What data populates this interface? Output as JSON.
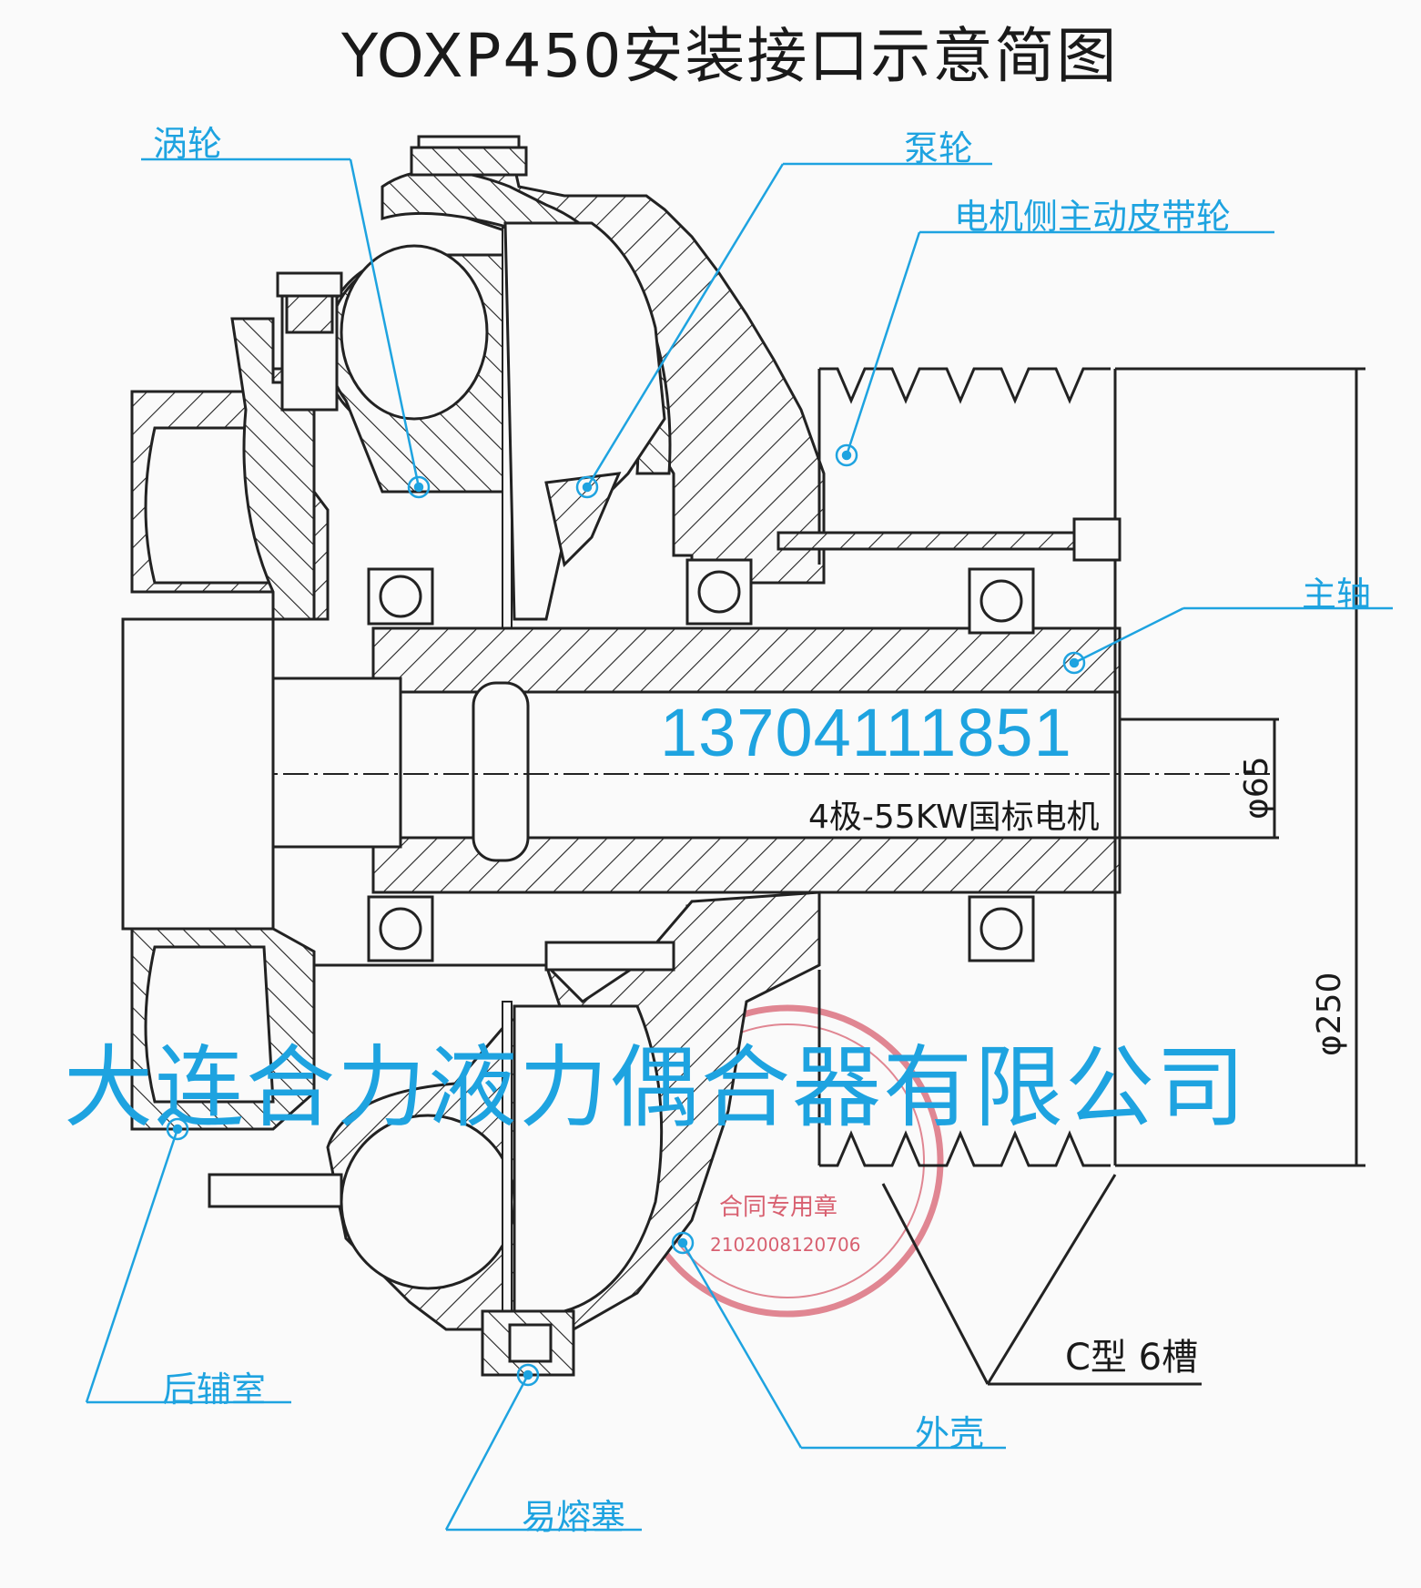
{
  "title": "YOXP450安装接口示意简图",
  "labels": {
    "turbine": "涡轮",
    "pump_wheel": "泵轮",
    "motor_pulley": "电机侧主动皮带轮",
    "main_shaft": "主轴",
    "rear_chamber": "后辅室",
    "housing": "外壳",
    "fusible_plug": "易熔塞"
  },
  "watermark": {
    "phone": "13704111851",
    "company": "大连合力液力偶合器有限公司"
  },
  "drawing_text": {
    "motor": "4极-55KW国标电机",
    "dim_shaft": "φ65",
    "dim_pulley": "φ250",
    "belt_slots": "C型 6槽"
  },
  "seal": {
    "text": "合同专用章",
    "code": "2102008120706"
  },
  "colors": {
    "label": "#1ea3e0",
    "drawing": "#1a1a1a",
    "seal": "#d86070"
  }
}
